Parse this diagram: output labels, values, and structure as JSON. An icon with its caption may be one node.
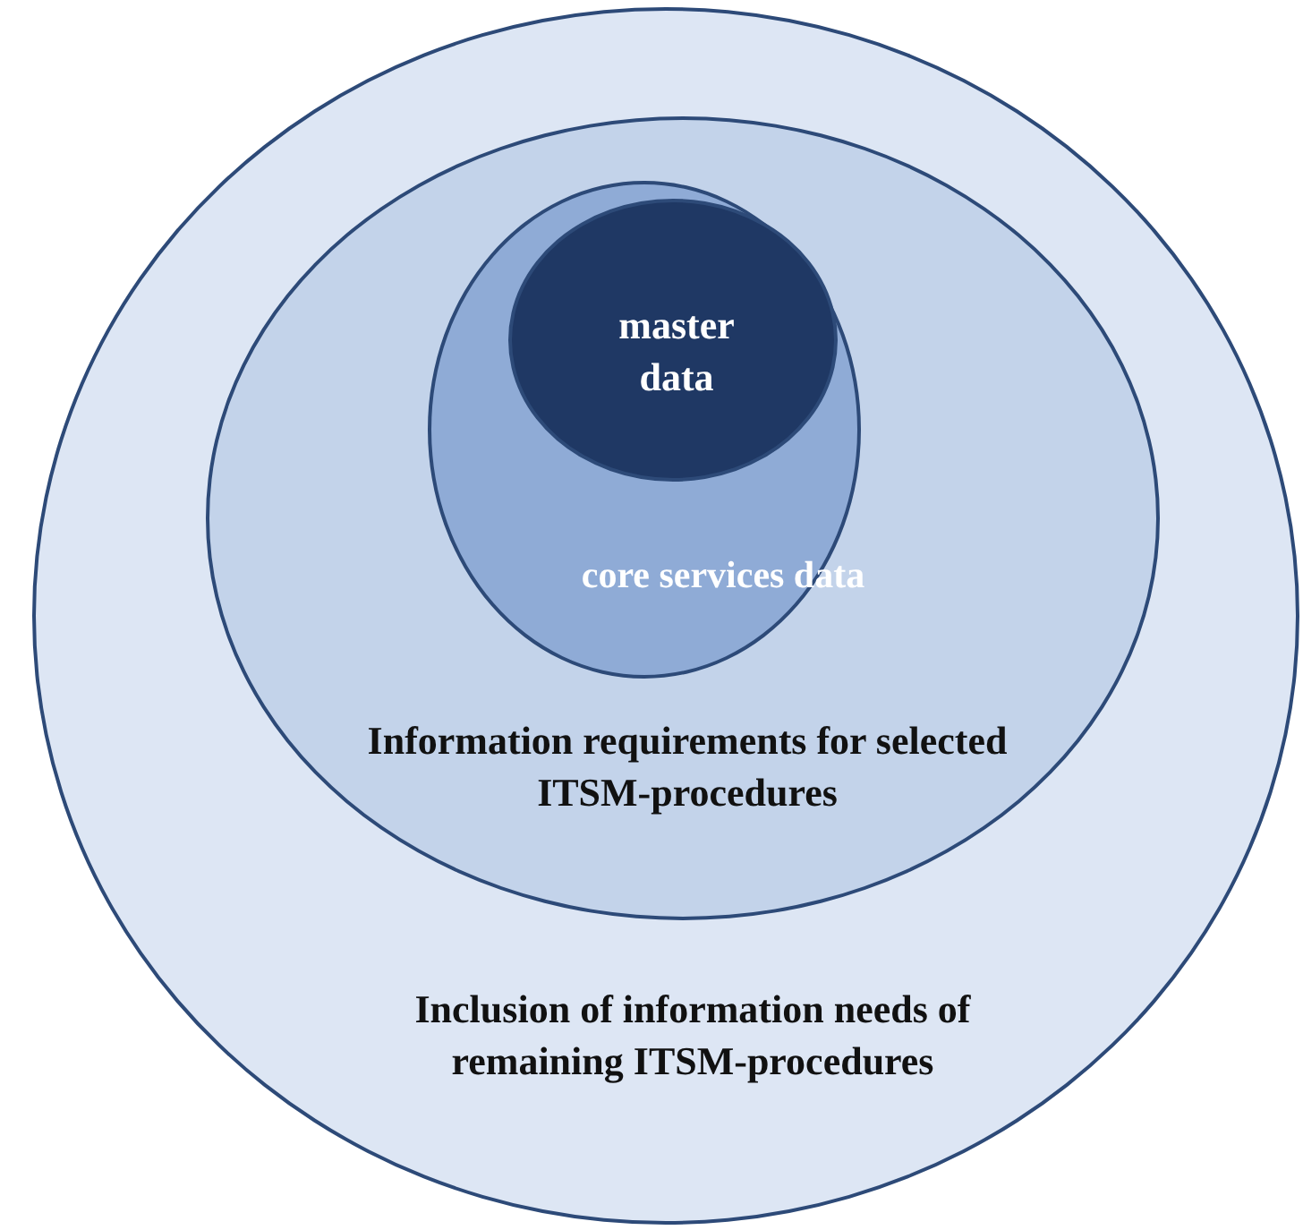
{
  "diagram": {
    "nodes": [
      {
        "text": [
          "Inclusion of information needs of remaining ITSM-procedures"
        ]
      },
      {
        "text": [
          "Information requirements for selected ITSM-procedures"
        ],
        "in": 0
      },
      {
        "text": [
          "core services data"
        ],
        "in": 1
      },
      {
        "text": [
          "master data"
        ],
        "in": 2
      }
    ]
  }
}
